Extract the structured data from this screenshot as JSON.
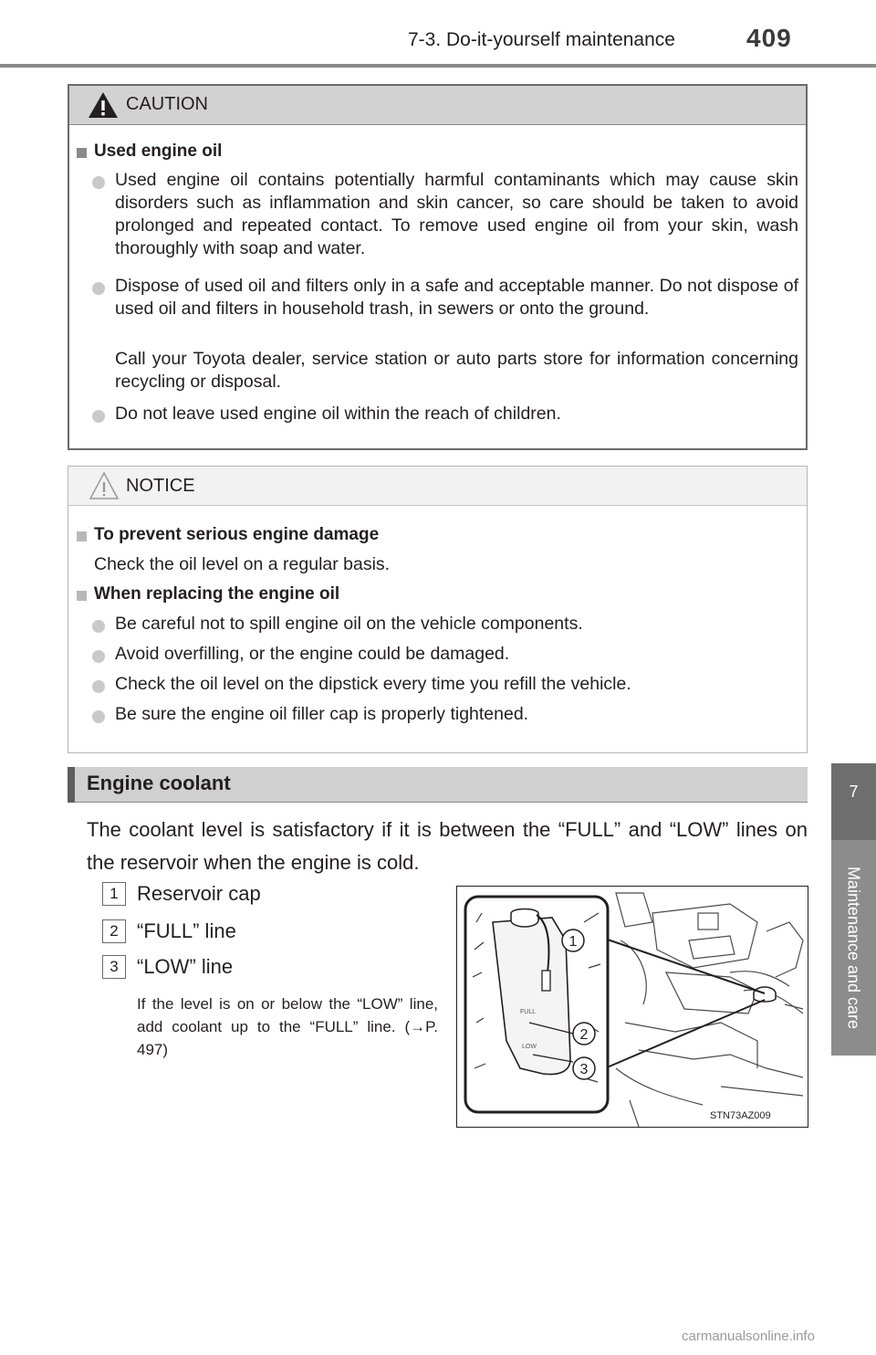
{
  "header": {
    "section": "7-3. Do-it-yourself maintenance",
    "page_number": "409"
  },
  "side_tab": {
    "number": "7",
    "label": "Maintenance and care"
  },
  "caution": {
    "title": "CAUTION",
    "heading": "Used engine oil",
    "bullets": [
      "Used engine oil contains potentially harmful contaminants which may cause skin disorders such as inflammation and skin cancer, so care should be taken to avoid prolonged and repeated contact. To remove used engine oil from your skin, wash thoroughly with soap and water.",
      "Dispose of used oil and filters only in a safe and acceptable manner. Do not dispose of used oil and filters in household trash, in sewers or onto the ground.",
      "Call your Toyota dealer, service station or auto parts store for information concerning recycling or disposal.",
      "Do not leave used engine oil within the reach of children."
    ]
  },
  "notice": {
    "title": "NOTICE",
    "heading1": "To prevent serious engine damage",
    "text1": "Check the oil level on a regular basis.",
    "heading2": "When replacing the engine oil",
    "bullets": [
      "Be careful not to spill engine oil on the vehicle components.",
      "Avoid overfilling, or the engine could be damaged.",
      "Check the oil level on the dipstick every time you refill the vehicle.",
      "Be sure the engine oil filler cap is properly tightened."
    ]
  },
  "coolant": {
    "heading": "Engine coolant",
    "intro": "The coolant level is satisfactory if it is between the “FULL” and “LOW” lines on the reservoir when the engine is cold.",
    "items": [
      {
        "num": "1",
        "label": "Reservoir cap"
      },
      {
        "num": "2",
        "label": "“FULL” line"
      },
      {
        "num": "3",
        "label": "“LOW” line"
      }
    ],
    "note": "If the level is on or below the “LOW” line, add coolant up to the “FULL” line. (→P. 497)",
    "figure_code": "STN73AZ009",
    "callouts": [
      "1",
      "2",
      "3"
    ]
  },
  "watermark": "carmanualsonline.info",
  "colors": {
    "caution_header": "#d2d2d2",
    "notice_header": "#f2f2f2",
    "bullet_dot": "#c9c9c9",
    "side_tab": "#6e6e6e",
    "side_band": "#8c8c8c"
  }
}
